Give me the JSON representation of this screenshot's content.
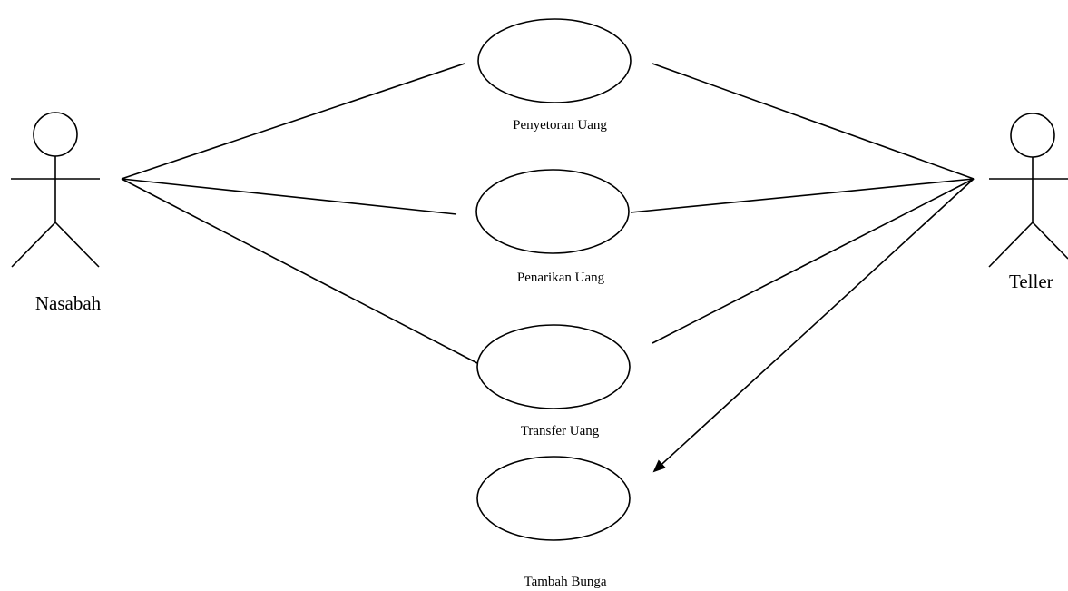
{
  "actors": {
    "nasabah": {
      "label": "Nasabah"
    },
    "teller": {
      "label": "Teller"
    }
  },
  "use_cases": {
    "penyetoran": {
      "label": "Penyetoran Uang"
    },
    "penarikan": {
      "label": "Penarikan Uang"
    },
    "transfer": {
      "label": "Transfer Uang"
    },
    "bunga": {
      "label": "Tambah Bunga"
    }
  },
  "associations": [
    {
      "from": "Nasabah",
      "to": "Penyetoran Uang"
    },
    {
      "from": "Nasabah",
      "to": "Penarikan Uang"
    },
    {
      "from": "Nasabah",
      "to": "Transfer Uang"
    },
    {
      "from": "Teller",
      "to": "Penyetoran Uang"
    },
    {
      "from": "Teller",
      "to": "Penarikan Uang"
    },
    {
      "from": "Teller",
      "to": "Transfer Uang"
    },
    {
      "from": "Teller",
      "to": "Tambah Bunga",
      "arrow": true
    }
  ],
  "colors": {
    "stroke": "#000000",
    "background": "#ffffff"
  }
}
